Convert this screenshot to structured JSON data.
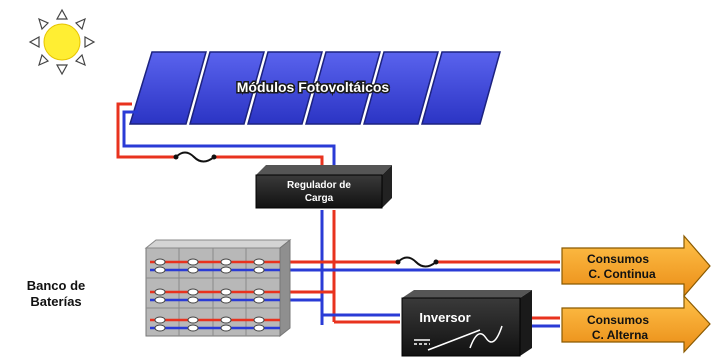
{
  "labels": {
    "panels": "Módulos Fotovoltáicos",
    "regulator_line1": "Regulador de",
    "regulator_line2": "Carga",
    "battery_line1": "Banco de",
    "battery_line2": "Baterías",
    "inverter": "Inversor",
    "dc_load_line1": "Consumos",
    "dc_load_line2": "C. Continua",
    "ac_load_line1": "Consumos",
    "ac_load_line2": "C. Alterna"
  },
  "colors": {
    "positive_wire": "#e8321e",
    "negative_wire": "#2a3bd6",
    "panel_blue": "#3a45d8",
    "arrow_orange": "#f2a22a",
    "sun_yellow": "#ffee33"
  },
  "icons": {
    "sun": "sun-icon",
    "fuse": "fuse-icon",
    "inverter_wave": "sine-wave-icon"
  }
}
